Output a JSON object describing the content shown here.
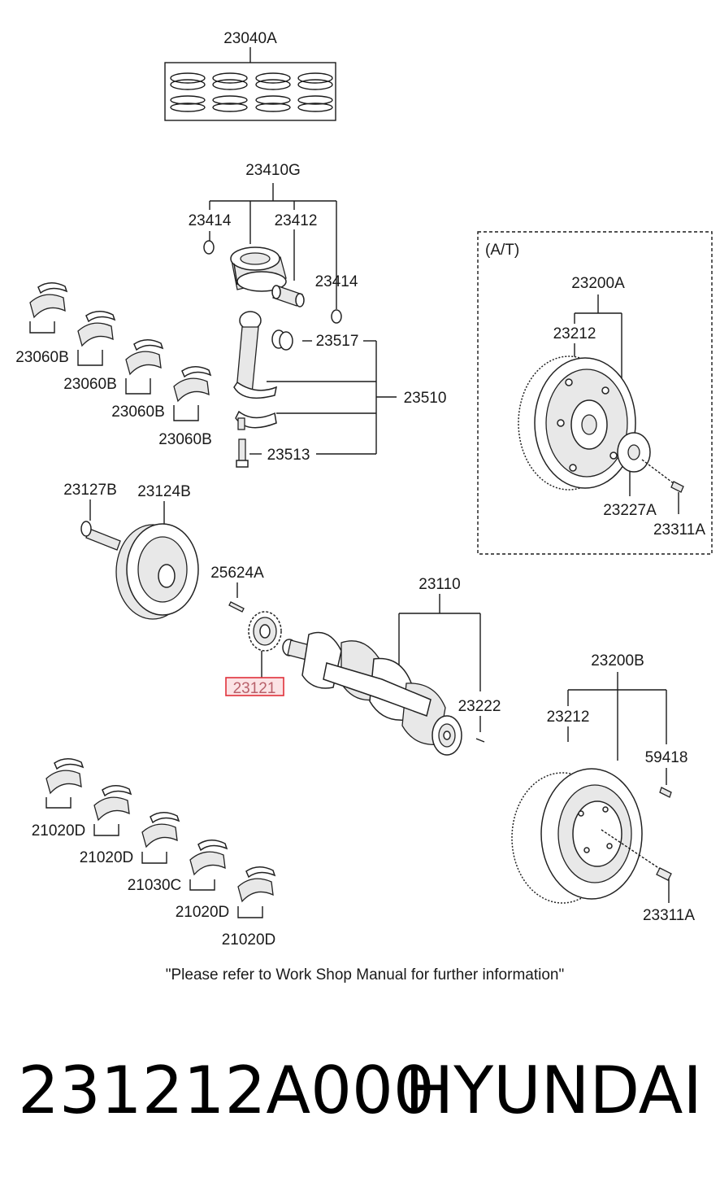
{
  "labels": {
    "rings": "23040A",
    "piston_set": "23410G",
    "snap_ring_left": "23414",
    "pin": "23412",
    "snap_ring_right": "23414",
    "rod_bearing": "23517",
    "conrod": "23510",
    "rod_bolt": "23513",
    "bearing_a1": "23060B",
    "bearing_a2": "23060B",
    "bearing_a3": "23060B",
    "bearing_a4": "23060B",
    "pulley_bolt": "23127B",
    "pulley": "23124B",
    "key": "25624A",
    "sprocket": "23121",
    "crankshaft": "23110",
    "pin_23222": "23222",
    "main_b1": "21020D",
    "main_b2": "21020D",
    "thrust": "21030C",
    "main_b4": "21020D",
    "main_b5": "21020D",
    "at_tag": "(A/T)",
    "at_flywheel": "23200A",
    "at_ring": "23212",
    "at_plate": "23227A",
    "at_bolt": "23311A",
    "mt_flywheel": "23200B",
    "mt_ring": "23212",
    "mt_pin": "59418",
    "mt_bolt": "23311A"
  },
  "note": "\"Please refer to Work Shop Manual for further information\"",
  "part_number": "231212A000",
  "brand": "HYUNDAI",
  "colors": {
    "highlight": "#e0303a",
    "highlight_fill": "#fbe3e5",
    "line": "#1a1a1a"
  }
}
